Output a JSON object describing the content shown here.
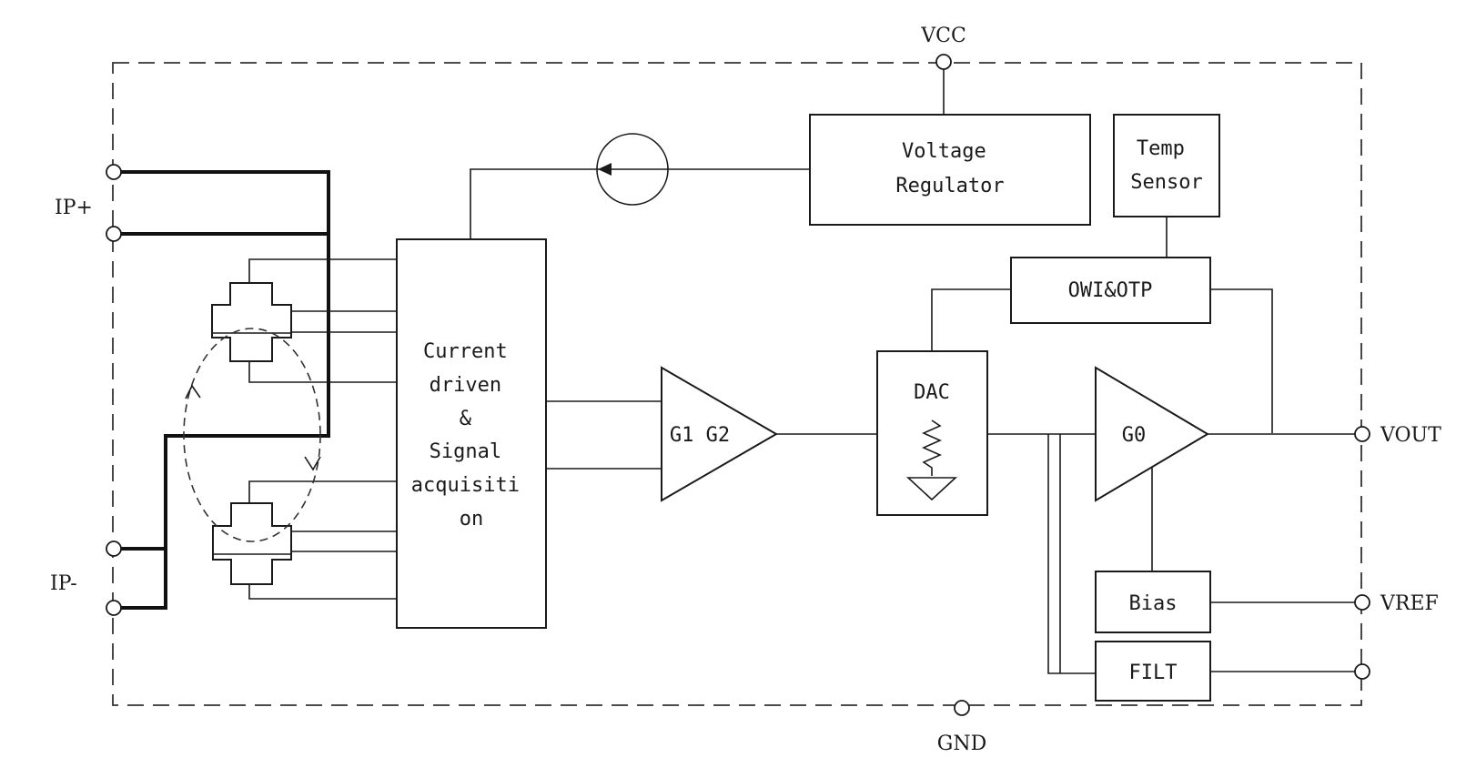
{
  "pins": {
    "vcc": "VCC",
    "gnd": "GND",
    "ip_plus": "IP+",
    "ip_minus": "IP-",
    "vout": "VOUT",
    "vref": "VREF"
  },
  "blocks": {
    "voltage_regulator": [
      "Voltage",
      "Regulator"
    ],
    "temp_sensor": [
      "Temp",
      "Sensor"
    ],
    "owi_otp": "OWI&OTP",
    "current_driven": [
      "Current",
      "driven",
      "&",
      "Signal",
      "acquisiti",
      "on"
    ],
    "gain_amp": "G1 G2",
    "dac": "DAC",
    "output_amp": "G0",
    "bias": "Bias",
    "filt": "FILT"
  }
}
